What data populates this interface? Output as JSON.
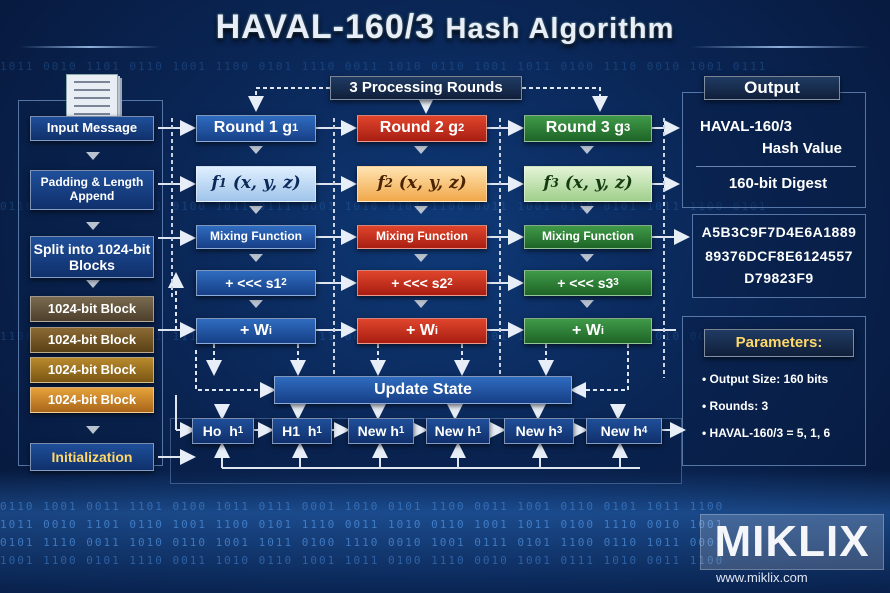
{
  "title": {
    "main": "HAVAL-160/3",
    "rest": "Hash Algorithm"
  },
  "rounds_header": "3 Processing Rounds",
  "left_column": {
    "input": "Input Message",
    "padding": "Padding & Length Append",
    "split": "Split into 1024-bit Blocks",
    "blocks": [
      "1024-bit Block",
      "1024-bit Block",
      "1024-bit Block",
      "1024-bit Block"
    ],
    "init": "Initialization"
  },
  "rounds": [
    {
      "name": "Round 1",
      "g": "g",
      "g_sub": "1",
      "f": "f",
      "f_sub": "1",
      "f_args": "(x, y, z)",
      "mix": "Mixing Function",
      "rot": "+ <<< s1",
      "rot_sub": "2",
      "w": "+ W",
      "w_sub": "i"
    },
    {
      "name": "Round 2",
      "g": "g",
      "g_sub": "2",
      "f": "f",
      "f_sub": "2",
      "f_args": "(x, y, z)",
      "mix": "Mixing Function",
      "rot": "+ <<< s2",
      "rot_sub": "2",
      "w": "+ W",
      "w_sub": "i"
    },
    {
      "name": "Round 3",
      "g": "g",
      "g_sub": "3",
      "f": "f",
      "f_sub": "3",
      "f_args": "(x, y, z)",
      "mix": "Mixing Function",
      "rot": "+ <<< s3",
      "rot_sub": "3",
      "w": "+ W",
      "w_sub": "i"
    }
  ],
  "update_state": "Update State",
  "chain": [
    {
      "a": "Ho",
      "b": "h",
      "sub": "1"
    },
    {
      "a": "H1",
      "b": "h",
      "sub": "1"
    },
    {
      "a": "New",
      "b": "h",
      "sub": "1"
    },
    {
      "a": "New",
      "b": "h",
      "sub": "1"
    },
    {
      "a": "New",
      "b": "h",
      "sub": "3"
    },
    {
      "a": "New",
      "b": "h",
      "sub": "4"
    }
  ],
  "output": {
    "header": "Output",
    "label_line1": "HAVAL-160/3",
    "label_line2": "Hash Value",
    "digest_label": "160-bit Digest",
    "hex_lines": [
      "A5B3C9F7D4E6A1889",
      "89376DCF8E6124557",
      "D79823F9"
    ]
  },
  "parameters": {
    "header": "Parameters:",
    "items": [
      "Output Size: 160 bits",
      "Rounds: 3",
      "HAVAL-160/3 = 5, 1, 6"
    ]
  },
  "watermark": {
    "logo": "MIKLIX",
    "url": "www.miklix.com"
  },
  "colors": {
    "round1": "#1f4f9a",
    "round2": "#c8321e",
    "round3": "#2e7d36",
    "accent": "#ffd86a"
  }
}
